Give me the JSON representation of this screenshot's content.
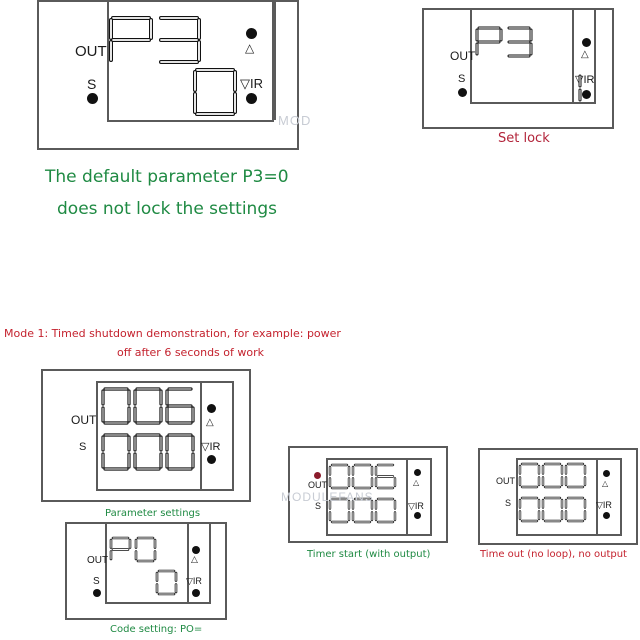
{
  "panel_labels": {
    "out": "OUT",
    "s": "S",
    "up": "△",
    "ir": "▽IR"
  },
  "panels": {
    "p3_default": {
      "top": "P3",
      "bottom": "0"
    },
    "p3_lock": {
      "top": "P3",
      "bottom": "1"
    },
    "param_settings": {
      "top": "006",
      "bottom": "000"
    },
    "code_setting": {
      "top": "P0",
      "bottom": "0"
    },
    "timer_start": {
      "top": "006",
      "bottom": "000"
    },
    "time_out": {
      "top": "000",
      "bottom": "000"
    }
  },
  "captions": {
    "set_lock": "Set lock",
    "default_line1": "The default parameter P3=0",
    "default_line2": "does not lock the settings",
    "mode1_line1": "Mode 1: Timed shutdown demonstration, for example: power",
    "mode1_line2": "off after 6 seconds of work",
    "parameter_settings": "Parameter settings",
    "code_setting": "Code setting: PO=",
    "timer_start": "Timer start (with output)",
    "time_out": "Time out (no loop), no output"
  },
  "watermark": {
    "top": "MOD",
    "middle": "MODULEFANS"
  },
  "colors": {
    "green": "#1f8a43",
    "red": "#c4222e",
    "panel": "#5a5a5a"
  }
}
